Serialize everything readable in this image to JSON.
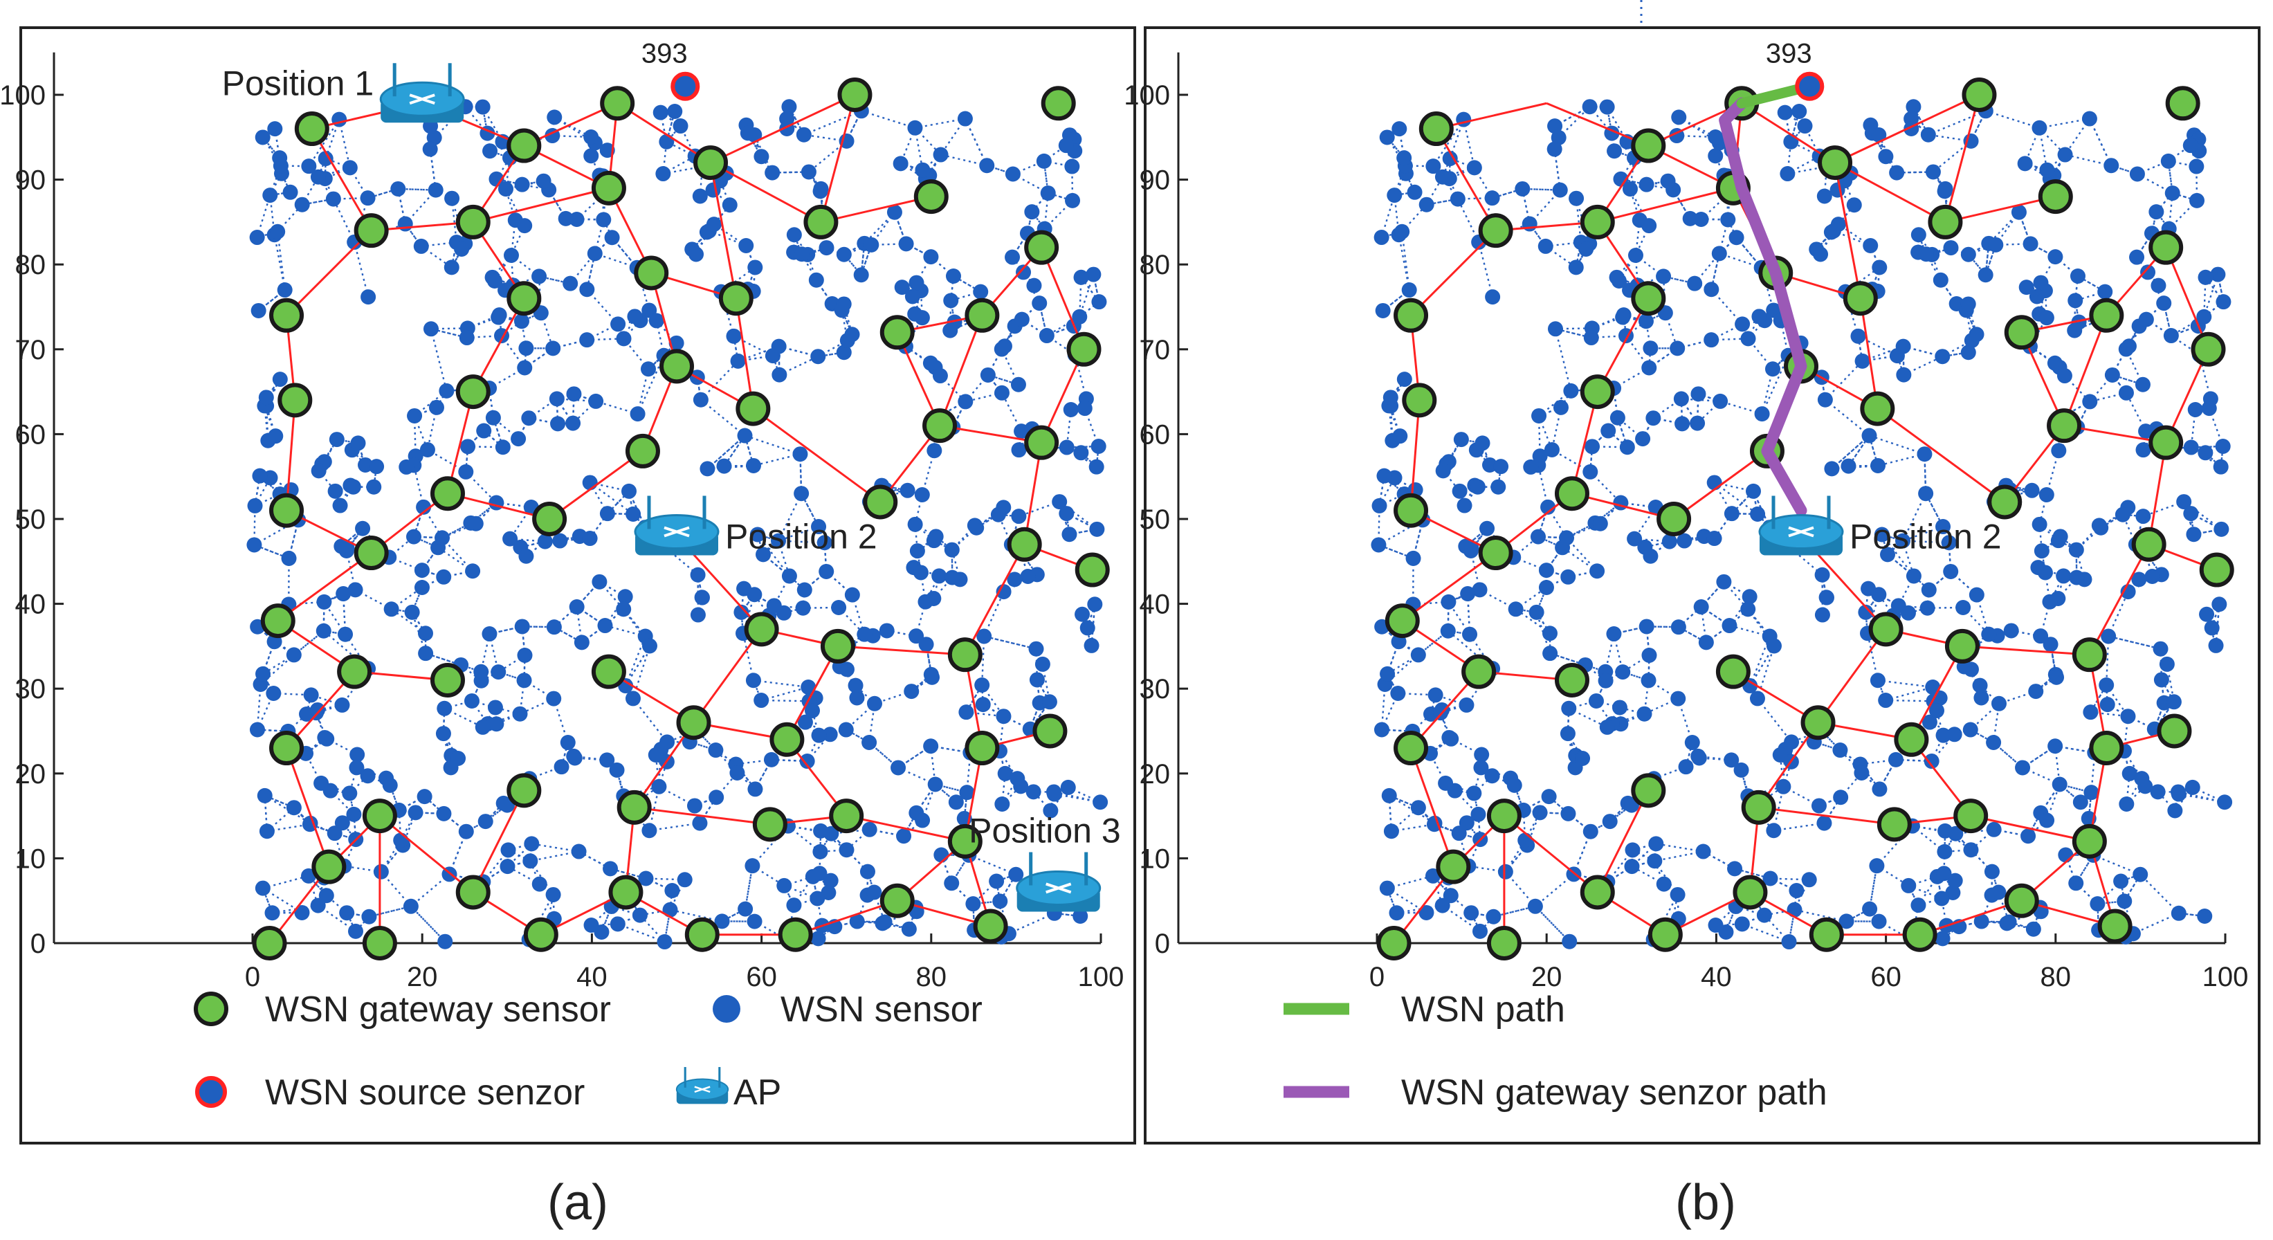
{
  "colors": {
    "sensor": "#1f5fbf",
    "mesh_link": "#2a62c0",
    "gateway_fill": "#6cc24a",
    "gateway_stroke": "#1a1a1a",
    "gateway_link": "#ff2222",
    "source_stroke": "#ff2222",
    "wsn_path": "#66bb44",
    "gateway_path": "#9b59b6",
    "ap_body": "#2aa0d8",
    "frame": "#222222"
  },
  "chart_data": [
    {
      "type": "scatter",
      "panel_label": "(a)",
      "xlim": [
        -20,
        100
      ],
      "ylim": [
        0,
        105
      ],
      "xticks": [
        "0",
        "20",
        "40",
        "60",
        "80",
        "100"
      ],
      "yticks": [
        "0",
        "10",
        "20",
        "30",
        "40",
        "50",
        "60",
        "70",
        "80",
        "90",
        "100"
      ],
      "grid": false,
      "source_label": "393",
      "source": [
        51,
        101
      ],
      "access_points": [
        {
          "label": "Position 1",
          "x": 20,
          "y": 99
        },
        {
          "label": "Position 2",
          "x": 50,
          "y": 48
        },
        {
          "label": "Position 3",
          "x": 95,
          "y": 6
        }
      ],
      "legend": [
        {
          "marker": "gateway",
          "label": "WSN gateway sensor"
        },
        {
          "marker": "sensor",
          "label": "WSN sensor"
        },
        {
          "marker": "source",
          "label": "WSN source senzor"
        },
        {
          "marker": "ap",
          "label": "AP"
        }
      ]
    },
    {
      "type": "scatter",
      "panel_label": "(b)",
      "xlim": [
        -20,
        100
      ],
      "ylim": [
        0,
        105
      ],
      "xticks": [
        "0",
        "20",
        "40",
        "60",
        "80",
        "100"
      ],
      "yticks": [
        "0",
        "10",
        "20",
        "30",
        "40",
        "50",
        "60",
        "70",
        "80",
        "90",
        "100"
      ],
      "grid": false,
      "source_label": "393",
      "source": [
        51,
        101
      ],
      "access_points": [
        {
          "label": "Position 2",
          "x": 50,
          "y": 48
        }
      ],
      "wsn_path": [
        [
          51,
          101
        ],
        [
          43,
          99
        ]
      ],
      "gateway_path": [
        [
          43,
          99
        ],
        [
          41,
          97
        ],
        [
          43,
          89
        ],
        [
          47,
          79
        ],
        [
          50,
          68
        ],
        [
          46,
          58
        ],
        [
          50,
          51
        ]
      ],
      "legend": [
        {
          "marker": "wsn-path",
          "label": "WSN path"
        },
        {
          "marker": "gateway-path",
          "label": "WSN gateway senzor path"
        }
      ]
    }
  ],
  "gateways": [
    [
      7,
      96
    ],
    [
      43,
      99
    ],
    [
      71,
      100
    ],
    [
      95,
      99
    ],
    [
      14,
      84
    ],
    [
      26,
      85
    ],
    [
      32,
      94
    ],
    [
      42,
      89
    ],
    [
      54,
      92
    ],
    [
      67,
      85
    ],
    [
      80,
      88
    ],
    [
      47,
      79
    ],
    [
      57,
      76
    ],
    [
      32,
      76
    ],
    [
      4,
      74
    ],
    [
      5,
      64
    ],
    [
      26,
      65
    ],
    [
      50,
      68
    ],
    [
      59,
      63
    ],
    [
      76,
      72
    ],
    [
      86,
      74
    ],
    [
      98,
      70
    ],
    [
      93,
      82
    ],
    [
      81,
      61
    ],
    [
      93,
      59
    ],
    [
      23,
      53
    ],
    [
      35,
      50
    ],
    [
      46,
      58
    ],
    [
      74,
      52
    ],
    [
      4,
      51
    ],
    [
      14,
      46
    ],
    [
      91,
      47
    ],
    [
      99,
      44
    ],
    [
      3,
      38
    ],
    [
      12,
      32
    ],
    [
      23,
      31
    ],
    [
      42,
      32
    ],
    [
      60,
      37
    ],
    [
      69,
      35
    ],
    [
      84,
      34
    ],
    [
      4,
      23
    ],
    [
      52,
      26
    ],
    [
      63,
      24
    ],
    [
      86,
      23
    ],
    [
      94,
      25
    ],
    [
      32,
      18
    ],
    [
      15,
      15
    ],
    [
      45,
      16
    ],
    [
      61,
      14
    ],
    [
      70,
      15
    ],
    [
      84,
      12
    ],
    [
      9,
      9
    ],
    [
      26,
      6
    ],
    [
      44,
      6
    ],
    [
      76,
      5
    ],
    [
      87,
      2
    ],
    [
      2,
      0
    ],
    [
      15,
      0
    ],
    [
      34,
      1
    ],
    [
      53,
      1
    ],
    [
      64,
      1
    ]
  ],
  "gateway_links": [
    [
      [
        7,
        96
      ],
      [
        14,
        84
      ]
    ],
    [
      [
        7,
        96
      ],
      [
        20,
        99
      ]
    ],
    [
      [
        20,
        99
      ],
      [
        32,
        94
      ]
    ],
    [
      [
        32,
        94
      ],
      [
        43,
        99
      ]
    ],
    [
      [
        43,
        99
      ],
      [
        54,
        92
      ]
    ],
    [
      [
        54,
        92
      ],
      [
        71,
        100
      ]
    ],
    [
      [
        71,
        100
      ],
      [
        67,
        85
      ]
    ],
    [
      [
        67,
        85
      ],
      [
        80,
        88
      ]
    ],
    [
      [
        67,
        85
      ],
      [
        54,
        92
      ]
    ],
    [
      [
        54,
        92
      ],
      [
        57,
        76
      ]
    ],
    [
      [
        32,
        94
      ],
      [
        26,
        85
      ]
    ],
    [
      [
        26,
        85
      ],
      [
        14,
        84
      ]
    ],
    [
      [
        32,
        94
      ],
      [
        42,
        89
      ]
    ],
    [
      [
        42,
        89
      ],
      [
        47,
        79
      ]
    ],
    [
      [
        43,
        99
      ],
      [
        42,
        89
      ]
    ],
    [
      [
        42,
        89
      ],
      [
        26,
        85
      ]
    ],
    [
      [
        26,
        85
      ],
      [
        32,
        76
      ]
    ],
    [
      [
        14,
        84
      ],
      [
        4,
        74
      ]
    ],
    [
      [
        4,
        74
      ],
      [
        5,
        64
      ]
    ],
    [
      [
        5,
        64
      ],
      [
        4,
        51
      ]
    ],
    [
      [
        4,
        51
      ],
      [
        14,
        46
      ]
    ],
    [
      [
        14,
        46
      ],
      [
        3,
        38
      ]
    ],
    [
      [
        3,
        38
      ],
      [
        12,
        32
      ]
    ],
    [
      [
        12,
        32
      ],
      [
        23,
        31
      ]
    ],
    [
      [
        12,
        32
      ],
      [
        4,
        23
      ]
    ],
    [
      [
        4,
        23
      ],
      [
        9,
        9
      ]
    ],
    [
      [
        9,
        9
      ],
      [
        2,
        0
      ]
    ],
    [
      [
        9,
        9
      ],
      [
        15,
        15
      ]
    ],
    [
      [
        15,
        15
      ],
      [
        15,
        0
      ]
    ],
    [
      [
        15,
        15
      ],
      [
        26,
        6
      ]
    ],
    [
      [
        26,
        6
      ],
      [
        32,
        18
      ]
    ],
    [
      [
        26,
        6
      ],
      [
        34,
        1
      ]
    ],
    [
      [
        34,
        1
      ],
      [
        44,
        6
      ]
    ],
    [
      [
        44,
        6
      ],
      [
        53,
        1
      ]
    ],
    [
      [
        53,
        1
      ],
      [
        64,
        1
      ]
    ],
    [
      [
        64,
        1
      ],
      [
        76,
        5
      ]
    ],
    [
      [
        76,
        5
      ],
      [
        87,
        2
      ]
    ],
    [
      [
        87,
        2
      ],
      [
        84,
        12
      ]
    ],
    [
      [
        84,
        12
      ],
      [
        76,
        5
      ]
    ],
    [
      [
        84,
        12
      ],
      [
        86,
        23
      ]
    ],
    [
      [
        86,
        23
      ],
      [
        94,
        25
      ]
    ],
    [
      [
        86,
        23
      ],
      [
        84,
        34
      ]
    ],
    [
      [
        84,
        34
      ],
      [
        69,
        35
      ]
    ],
    [
      [
        69,
        35
      ],
      [
        60,
        37
      ]
    ],
    [
      [
        60,
        37
      ],
      [
        52,
        26
      ]
    ],
    [
      [
        52,
        26
      ],
      [
        63,
        24
      ]
    ],
    [
      [
        63,
        24
      ],
      [
        69,
        35
      ]
    ],
    [
      [
        63,
        24
      ],
      [
        70,
        15
      ]
    ],
    [
      [
        70,
        15
      ],
      [
        61,
        14
      ]
    ],
    [
      [
        61,
        14
      ],
      [
        45,
        16
      ]
    ],
    [
      [
        45,
        16
      ],
      [
        52,
        26
      ]
    ],
    [
      [
        45,
        16
      ],
      [
        44,
        6
      ]
    ],
    [
      [
        42,
        32
      ],
      [
        52,
        26
      ]
    ],
    [
      [
        60,
        37
      ],
      [
        50,
        48
      ]
    ],
    [
      [
        84,
        34
      ],
      [
        91,
        47
      ]
    ],
    [
      [
        91,
        47
      ],
      [
        99,
        44
      ]
    ],
    [
      [
        91,
        47
      ],
      [
        93,
        59
      ]
    ],
    [
      [
        93,
        59
      ],
      [
        98,
        70
      ]
    ],
    [
      [
        98,
        70
      ],
      [
        93,
        82
      ]
    ],
    [
      [
        93,
        82
      ],
      [
        86,
        74
      ]
    ],
    [
      [
        86,
        74
      ],
      [
        76,
        72
      ]
    ],
    [
      [
        76,
        72
      ],
      [
        81,
        61
      ]
    ],
    [
      [
        81,
        61
      ],
      [
        93,
        59
      ]
    ],
    [
      [
        81,
        61
      ],
      [
        74,
        52
      ]
    ],
    [
      [
        74,
        52
      ],
      [
        59,
        63
      ]
    ],
    [
      [
        59,
        63
      ],
      [
        50,
        68
      ]
    ],
    [
      [
        50,
        68
      ],
      [
        47,
        79
      ]
    ],
    [
      [
        47,
        79
      ],
      [
        57,
        76
      ]
    ],
    [
      [
        57,
        76
      ],
      [
        59,
        63
      ]
    ],
    [
      [
        50,
        68
      ],
      [
        46,
        58
      ]
    ],
    [
      [
        46,
        58
      ],
      [
        35,
        50
      ]
    ],
    [
      [
        35,
        50
      ],
      [
        23,
        53
      ]
    ],
    [
      [
        23,
        53
      ],
      [
        26,
        65
      ]
    ],
    [
      [
        26,
        65
      ],
      [
        32,
        76
      ]
    ],
    [
      [
        23,
        53
      ],
      [
        14,
        46
      ]
    ],
    [
      [
        86,
        74
      ],
      [
        81,
        61
      ]
    ],
    [
      [
        70,
        15
      ],
      [
        84,
        12
      ]
    ]
  ]
}
